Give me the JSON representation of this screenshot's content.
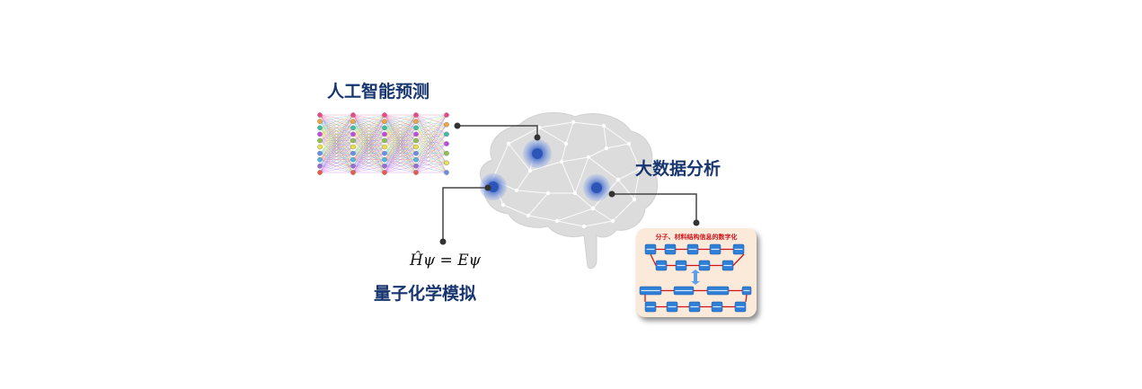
{
  "labels": {
    "ai_prediction": "人工智能预测",
    "big_data": "大数据分析",
    "quantum_simulation": "量子化学模拟"
  },
  "equation": "Ĥψ = Eψ",
  "digitization_card": {
    "title": "分子、材料结构信息的数字化"
  },
  "colors": {
    "label_text": "#17356f",
    "brain": "#d9d9d9",
    "node_glow": "#5b7fd1",
    "connector": "#444444",
    "card_background": "#fbe9da",
    "card_title": "#d0141a",
    "card_boxes": "#2f7fd6"
  }
}
